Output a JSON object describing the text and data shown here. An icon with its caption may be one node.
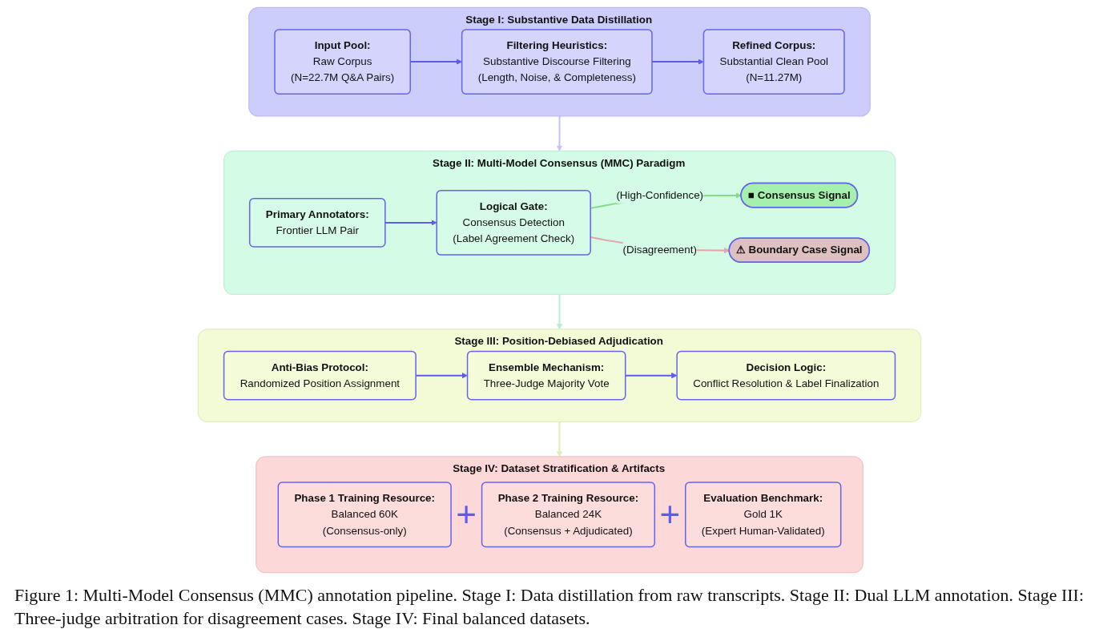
{
  "diagram": {
    "caption": "Figure 1: Multi-Model Consensus (MMC) annotation pipeline. Stage I: Data distillation from raw transcripts. Stage II: Dual LLM annotation. Stage III: Three-judge arbitration for disagreement cases. Stage IV: Final balanced datasets.",
    "nodes": [
      {
        "text": [
          "Stage I: Substantive Data Distillation"
        ]
      },
      {
        "text": [
          "Input Pool:",
          "Raw Corpus",
          "(N=22.7M Q&A Pairs)"
        ],
        "in": 0
      },
      {
        "text": [
          "Filtering Heuristics:",
          "Substantive Discourse Filtering",
          "(Length, Noise, & Completeness)"
        ],
        "in": 0
      },
      {
        "text": [
          "Refined Corpus:",
          "Substantial Clean Pool",
          "(N=11.27M)"
        ],
        "in": 0
      },
      {
        "text": [
          "Stage II: Multi-Model Consensus (MMC) Paradigm"
        ]
      },
      {
        "text": [
          "Primary Annotators:",
          "Frontier LLM Pair"
        ],
        "in": 4
      },
      {
        "text": [
          "Logical Gate:",
          "Consensus Detection",
          "(Label Agreement Check)"
        ],
        "in": 4
      },
      {
        "text": [
          "■ Consensus Signal"
        ],
        "in": 4
      },
      {
        "text": [
          "⚠ Boundary Case Signal"
        ],
        "in": 4
      },
      {
        "text": [
          "Stage III: Position-Debiased Adjudication"
        ]
      },
      {
        "text": [
          "Anti-Bias Protocol:",
          "Randomized Position Assignment"
        ],
        "in": 9
      },
      {
        "text": [
          "Ensemble Mechanism:",
          "Three-Judge Majority Vote"
        ],
        "in": 9
      },
      {
        "text": [
          "Decision Logic:",
          "Conflict Resolution & Label Finalization"
        ],
        "in": 9
      },
      {
        "text": [
          "Stage IV: Dataset Stratification & Artifacts"
        ]
      },
      {
        "text": [
          "Phase 1 Training Resource:",
          "Balanced 60K",
          "(Consensus-only)"
        ],
        "in": 13
      },
      {
        "text": [
          "Phase 2 Training Resource:",
          "Balanced 24K",
          "(Consensus + Adjudicated)"
        ],
        "in": 13
      },
      {
        "text": [
          "Evaluation Benchmark:",
          "Gold 1K",
          "(Expert Human-Validated)"
        ],
        "in": 13
      }
    ],
    "edges": [
      {
        "from": 1,
        "to": 2,
        "arrow": "to"
      },
      {
        "from": 2,
        "to": 3,
        "arrow": "to"
      },
      {
        "from": 0,
        "to": 4,
        "arrow": "to",
        "color": "#c3c3f7"
      },
      {
        "from": 5,
        "to": 6,
        "arrow": "to"
      },
      {
        "from": 6,
        "to": 7,
        "arrow": "to",
        "label": "(High-Confidence)",
        "color": "#86dc86"
      },
      {
        "from": 6,
        "to": 8,
        "arrow": "to",
        "label": "(Disagreement)",
        "color": "#e4a6aa"
      },
      {
        "from": 4,
        "to": 9,
        "arrow": "to",
        "color": "#b6efd0"
      },
      {
        "from": 10,
        "to": 11,
        "arrow": "to"
      },
      {
        "from": 11,
        "to": 12,
        "arrow": "to"
      },
      {
        "from": 9,
        "to": 13,
        "arrow": "to",
        "color": "#e2efb4"
      }
    ],
    "labels": [
      "+",
      "+"
    ]
  }
}
